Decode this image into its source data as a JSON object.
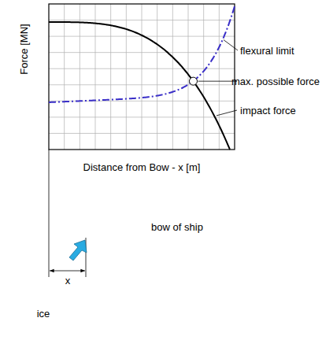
{
  "diagram": {
    "nodes": [
      {
        "text": [
          "bow of ship"
        ]
      },
      {
        "text": [
          "ice"
        ]
      }
    ],
    "labels": [
      "Force [MN]",
      "Distance from Bow - x [m]",
      "flexural limit",
      "max. possible force",
      "impact force",
      "x"
    ]
  }
}
